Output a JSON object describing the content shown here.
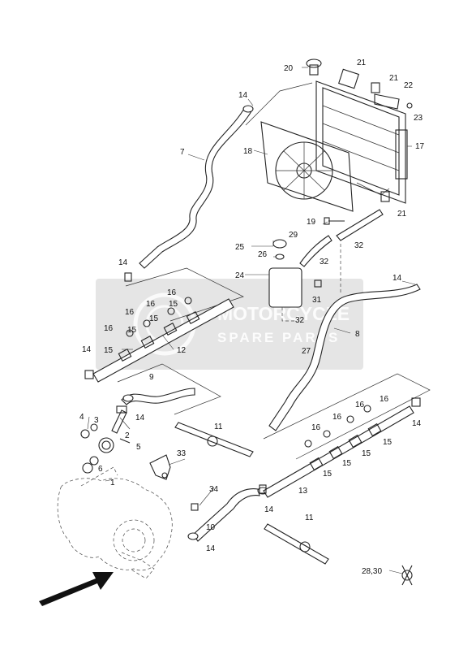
{
  "watermark": {
    "brand_line1": "MOTORCYCLE",
    "brand_line2": "SPARE PARTS"
  },
  "labels": {
    "p20": "20",
    "p21a": "21",
    "p21b": "21",
    "p21c": "21",
    "p22": "22",
    "p23": "23",
    "p14a": "14",
    "p14b": "14",
    "p14c": "14",
    "p14d": "14",
    "p14e": "14",
    "p14f": "14",
    "p14g": "14",
    "p14h": "14",
    "p7": "7",
    "p18": "18",
    "p17": "17",
    "p19": "19",
    "p29": "29",
    "p32a": "32",
    "p32b": "32",
    "p32c": "32",
    "p25": "25",
    "p26": "26",
    "p24": "24",
    "p31": "31",
    "p27": "27",
    "p8": "8",
    "p16a": "16",
    "p16b": "16",
    "p16c": "16",
    "p16d": "16",
    "p16e": "16",
    "p16f": "16",
    "p16g": "16",
    "p16h": "16",
    "p15a": "15",
    "p15b": "15",
    "p15c": "15",
    "p15d": "15",
    "p15e": "15",
    "p15f": "15",
    "p15g": "15",
    "p15h": "15",
    "p12": "12",
    "p9": "9",
    "p4": "4",
    "p3": "3",
    "p2": "2",
    "p5": "5",
    "p6": "6",
    "p1": "1",
    "p11a": "11",
    "p11b": "11",
    "p33": "33",
    "p34": "34",
    "p10": "10",
    "p13": "13",
    "p2830": "28,30"
  }
}
